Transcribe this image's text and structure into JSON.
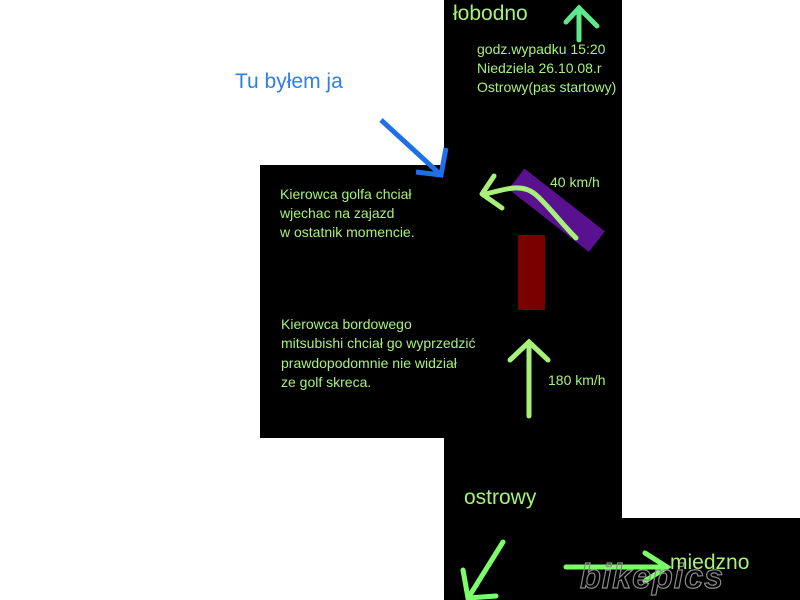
{
  "labels": {
    "lobodno": "łobodno",
    "ostrowy": "ostrowy",
    "miedzno": "miedzno",
    "tu_bylem": "Tu byłem ja",
    "speed_top": "40 km/h",
    "speed_bottom": "180 km/h"
  },
  "info": {
    "line1": "godz.wypadku 15:20",
    "line2": "Niedziela 26.10.08.r",
    "line3": "Ostrowy(pas startowy)"
  },
  "golf_note": {
    "line1": "Kierowca golfa chciał",
    "line2": "wjechac na zajazd",
    "line3": "w ostatnik momencie."
  },
  "mitsubishi_note": {
    "line1": "Kierowca bordowego",
    "line2": "mitsubishi chciał go wyprzedzić",
    "line3": "prawdopodomnie nie widział",
    "line4": "ze golf skreca."
  },
  "watermark": "bikepics",
  "colors": {
    "background": "#ffffff",
    "road": "#000000",
    "text_green": "#a7f07a",
    "arrow_green": "#7dff6a",
    "blue_arrow": "#1f6fe8",
    "golf_car": "#5a1190",
    "mitsubishi_car": "#7a0000"
  },
  "icons": {
    "north-arrow": "arrow-up-icon",
    "southwest-arrow": "arrow-down-left-icon",
    "east-arrow": "arrow-right-icon",
    "observer-arrow": "arrow-down-right-icon",
    "turn-arrow": "curved-left-arrow-icon",
    "overtake-arrow": "arrow-up-icon"
  }
}
